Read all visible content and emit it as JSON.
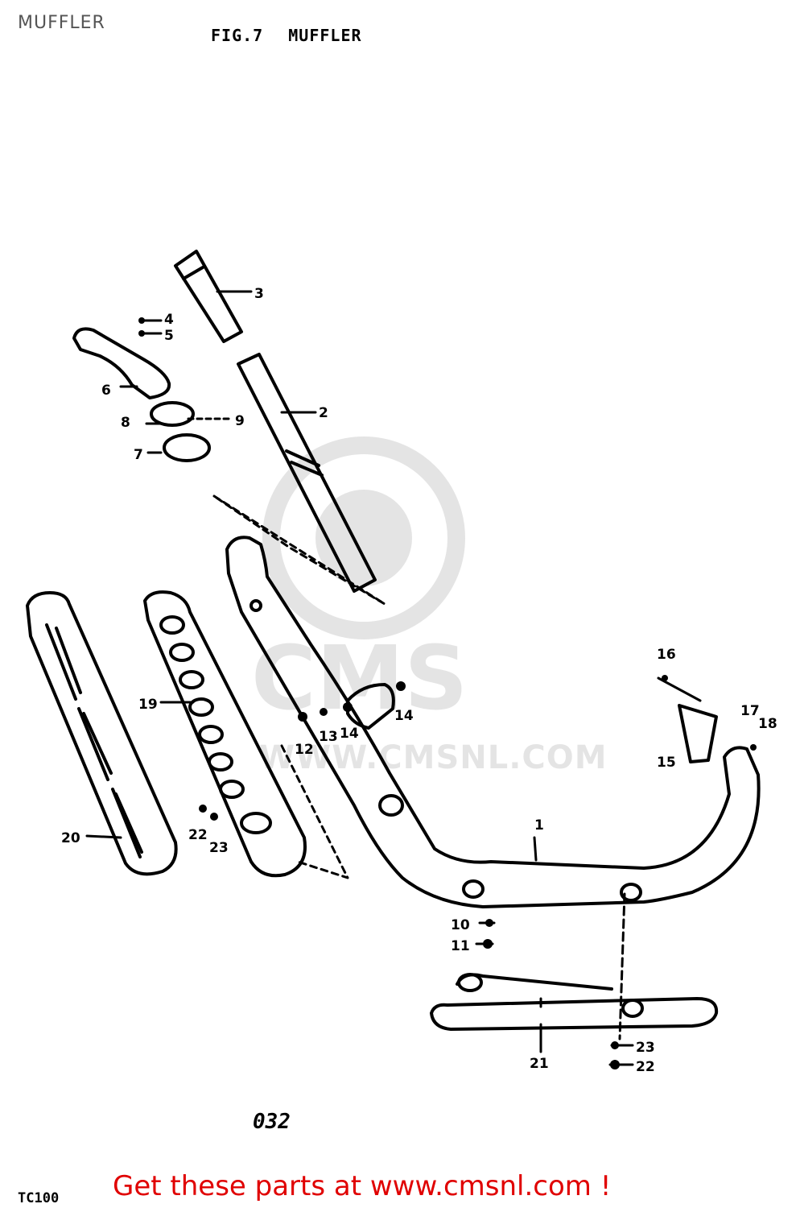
{
  "page": {
    "title": "MUFFLER",
    "figure_number": "FIG.7",
    "figure_title": "MUFFLER",
    "page_number": "032",
    "model_code": "TC100",
    "promo_text": "Get these parts at www.cmsnl.com !"
  },
  "watermark": {
    "logo_text": "CMS",
    "url_text": "WWW.CMSNL.COM"
  },
  "callouts": [
    "1",
    "2",
    "3",
    "4",
    "5",
    "6",
    "7",
    "8",
    "9",
    "10",
    "11",
    "12",
    "13",
    "14",
    "14",
    "15",
    "16",
    "17",
    "18",
    "19",
    "20",
    "21",
    "22",
    "22",
    "23",
    "23"
  ]
}
